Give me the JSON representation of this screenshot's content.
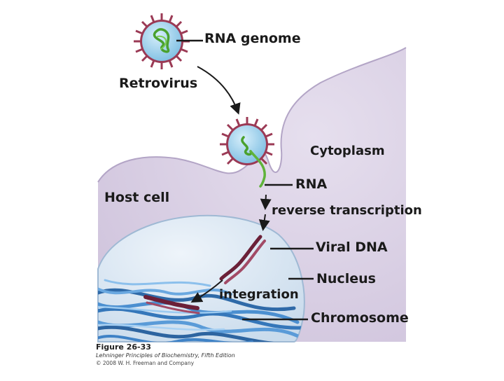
{
  "labels": {
    "rna_genome": "RNA genome",
    "retrovirus": "Retrovirus",
    "cytoplasm": "Cytoplasm",
    "rna": "RNA",
    "host_cell": "Host cell",
    "reverse_transcription": "reverse transcription",
    "viral_dna": "Viral DNA",
    "nucleus": "Nucleus",
    "integration": "integration",
    "chromosome": "Chromosome"
  },
  "caption": {
    "figure": "Figure 26-33",
    "book": "Lehninger Principles of Biochemistry, Fifth Edition",
    "copyright": "© 2008 W. H. Freeman and Company"
  },
  "colors": {
    "cytoplasm": "#ddd4e6",
    "nucleus": "#dce8f2",
    "chromosome": "#3f7fc0",
    "virus_capsid": "#a6d4ee",
    "virus_spike": "#9b3a55",
    "rna": "#5fb33a",
    "viral_dna": "#6b2038"
  }
}
